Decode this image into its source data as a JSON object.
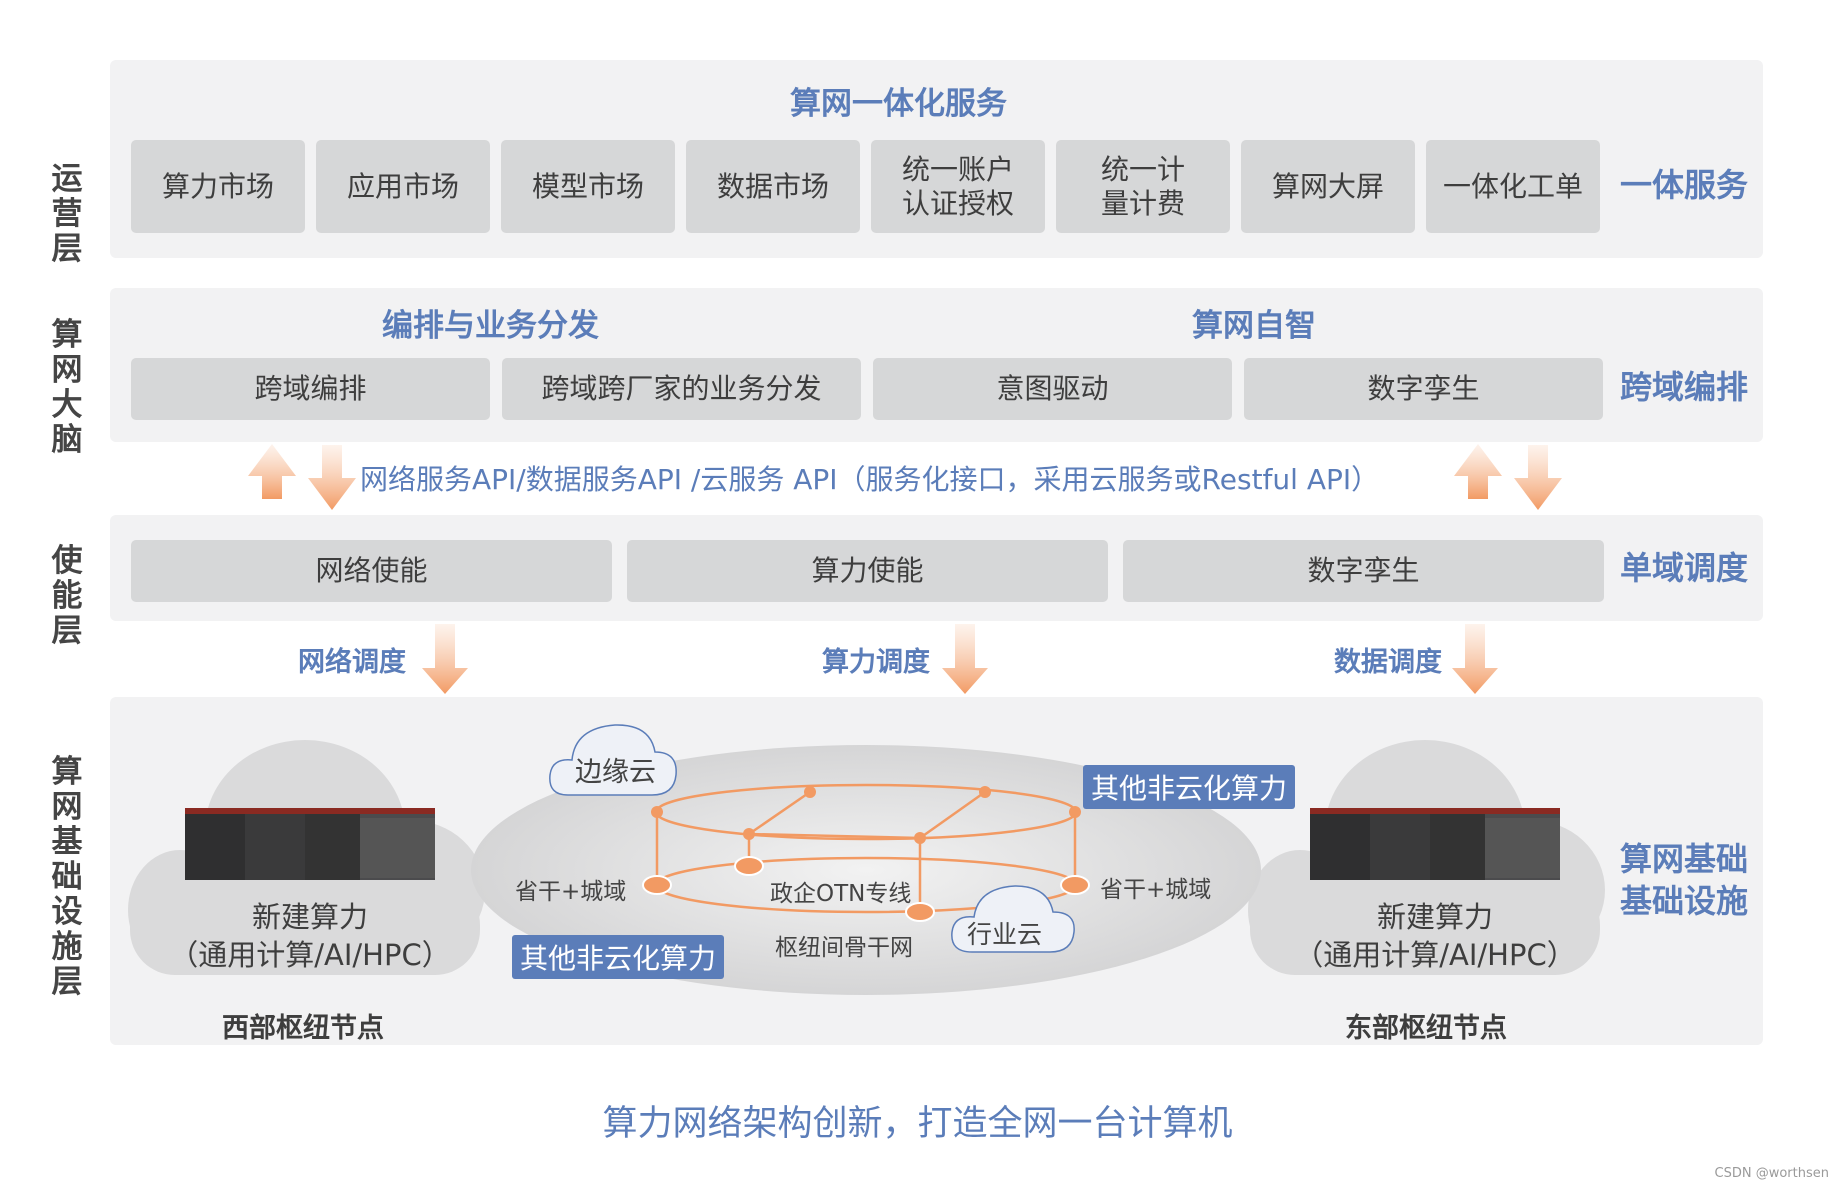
{
  "layers": {
    "operation": "运营层",
    "brain": "算网大脑",
    "enable": "使能层",
    "infra": "算网基础设施层"
  },
  "ops": {
    "title": "算网一体化服务",
    "items": [
      "算力市场",
      "应用市场",
      "模型市场",
      "数据市场",
      "统一账户\n认证授权",
      "统一计\n量计费",
      "算网大屏",
      "一体化工单"
    ],
    "side": "一体服务"
  },
  "brain": {
    "title_left": "编排与业务分发",
    "title_right": "算网自智",
    "items": [
      "跨域编排",
      "跨域跨厂家的业务分发",
      "意图驱动",
      "数字孪生"
    ],
    "side": "跨域编排"
  },
  "api": "网络服务API/数据服务API /云服务 API（服务化接口，采用云服务或Restful API）",
  "enable": {
    "items": [
      "网络使能",
      "算力使能",
      "数字孪生"
    ],
    "side": "单域调度"
  },
  "schedule": [
    "网络调度",
    "算力调度",
    "数据调度"
  ],
  "infra": {
    "side": "算网基础\n基础设施",
    "west": {
      "compute": "新建算力\n（通用计算/AI/HPC）",
      "node": "西部枢纽节点"
    },
    "east": {
      "compute": "新建算力\n（通用计算/AI/HPC）",
      "node": "东部枢纽节点"
    },
    "edge_cloud": "边缘云",
    "industry_cloud": "行业云",
    "other_compute": "其他非云化算力",
    "left_trunk": "省干+城域",
    "right_trunk": "省干+城域",
    "otn": "政企OTN专线",
    "backbone": "枢纽间骨干网"
  },
  "caption": "算力网络架构创新，打造全网一台计算机",
  "watermark": "CSDN @worthsen",
  "colors": {
    "accent": "#5b7db9",
    "arrow": "#f5a36e",
    "band": "#f2f2f3",
    "box": "#d6d7d8"
  }
}
